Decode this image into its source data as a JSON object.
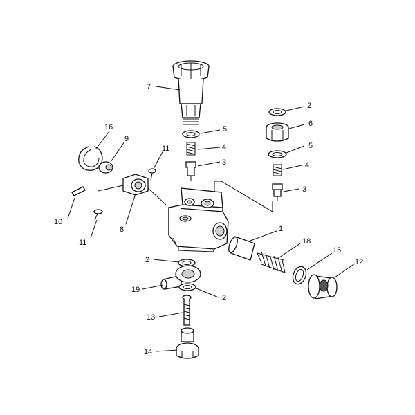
{
  "diagram": {
    "callouts": {
      "c1": "1",
      "c2a": "2",
      "c2b": "2",
      "c2c": "2",
      "c3a": "3",
      "c3b": "3",
      "c4a": "4",
      "c4b": "4",
      "c5a": "5",
      "c5b": "5",
      "c6": "6",
      "c7": "7",
      "c8": "8",
      "c9": "9",
      "c10": "10",
      "c11a": "11",
      "c11b": "11",
      "c12": "12",
      "c13": "13",
      "c14": "14",
      "c15": "15",
      "c16": "16",
      "c18": "18",
      "c19": "19"
    }
  }
}
